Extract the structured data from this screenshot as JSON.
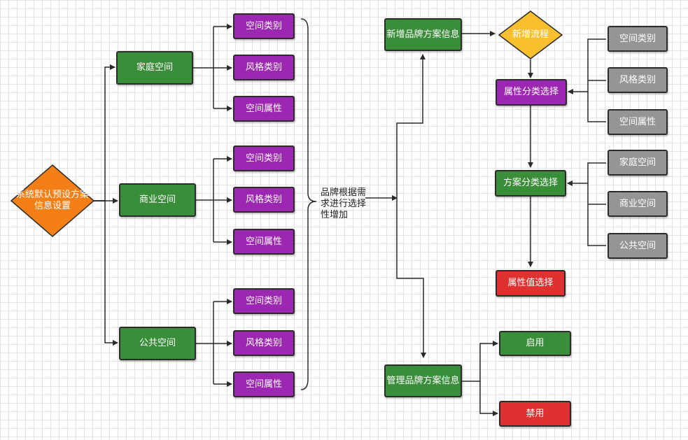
{
  "root": {
    "label": "系统默认预设方案信息设置",
    "color": "#f57f17"
  },
  "level1": [
    "家庭空间",
    "商业空间",
    "公共空间"
  ],
  "attr_groups": [
    [
      "空间类别",
      "风格类别",
      "空间属性"
    ],
    [
      "空间类别",
      "风格类别",
      "空间属性"
    ],
    [
      "空间类别",
      "风格类别",
      "空间属性"
    ]
  ],
  "note": "品牌根据需\n求进行选择\n性增加",
  "add_brand": "新增品牌方案信息",
  "manage_brand": "管理品牌方案信息",
  "add_flow": {
    "label": "新增流程",
    "color": "#f8c02e"
  },
  "attr_select": "属性分类选择",
  "plan_select": "方案分类选择",
  "value_select": "属性值选择",
  "attr_options": [
    "空间类别",
    "风格类别",
    "空间属性"
  ],
  "plan_options": [
    "家庭空间",
    "商业空间",
    "公共空间"
  ],
  "manage_options": {
    "enable": "启用",
    "disable": "禁用"
  },
  "colors": {
    "green": "#3a8e3a",
    "purple": "#9c27b0",
    "gray": "#959595",
    "red": "#e03131",
    "edge": "#2b2b2b"
  }
}
